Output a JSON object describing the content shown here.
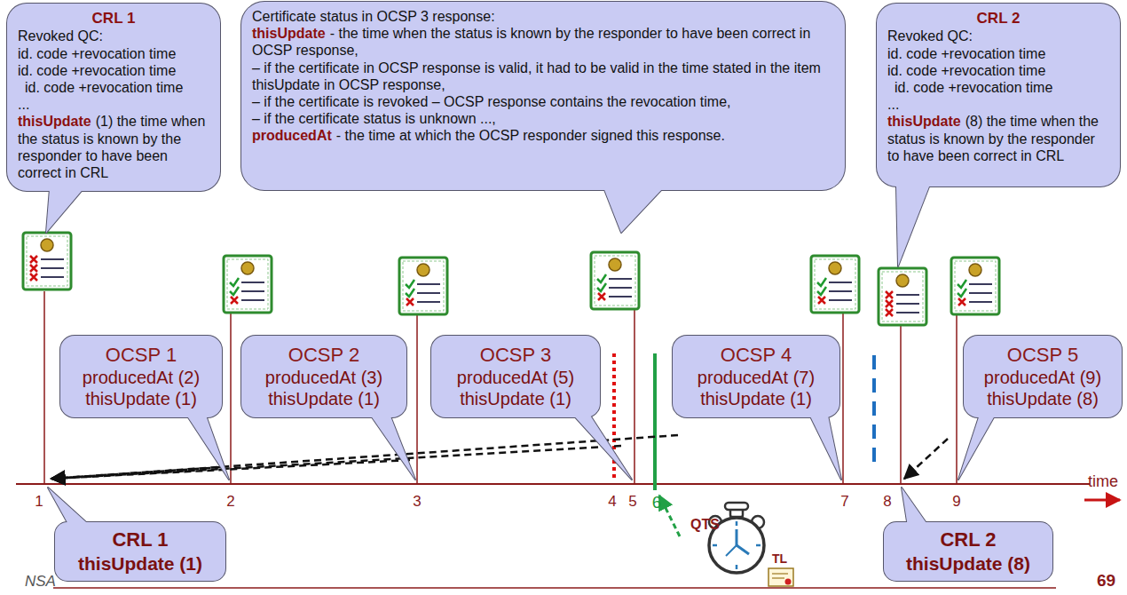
{
  "diagram": {
    "nodes": [
      {
        "text": [
          "CRL 1",
          "Revoked QC:",
          "id. code +revocation time",
          "id. code +revocation time",
          "id. code +revocation time",
          "...",
          "thisUpdate",
          "(1) the time when the status is known by the responder to have been correct in CRL"
        ]
      },
      {
        "text": [
          "Certificate status in OCSP 3 response:",
          "thisUpdate",
          "- the time when the status is known by the responder to have been correct in OCSP response,",
          "– if the certificate in OCSP response is valid, it had to be valid in the time stated in the item thisUpdate in OCSP response,",
          "– if the certificate is revoked – OCSP response contains the revocation time,",
          "– if the certificate status is unknown ...,",
          "producedAt",
          "- the time at which the OCSP responder signed this response."
        ]
      },
      {
        "text": [
          "CRL 2",
          "Revoked QC:",
          "id. code +revocation time",
          "id. code +revocation time",
          "id. code +revocation time",
          "...",
          "thisUpdate",
          "(8) the time when the status is known by the responder to have been correct in CRL"
        ]
      },
      {
        "text": [
          "OCSP 1",
          "producedAt (2)",
          "thisUpdate (1)"
        ]
      },
      {
        "text": [
          "OCSP 2",
          "producedAt (3)",
          "thisUpdate (1)"
        ]
      },
      {
        "text": [
          "OCSP 3",
          "producedAt (5)",
          "thisUpdate (1)"
        ]
      },
      {
        "text": [
          "OCSP 4",
          "producedAt (7)",
          "thisUpdate (1)"
        ]
      },
      {
        "text": [
          "OCSP 5",
          "producedAt (9)",
          "thisUpdate (8)"
        ]
      },
      {
        "text": [
          "CRL 1",
          "thisUpdate (1)"
        ]
      },
      {
        "text": [
          "CRL 2",
          "thisUpdate (8)"
        ]
      }
    ],
    "labels": [
      "1",
      "2",
      "3",
      "4",
      "5",
      "6",
      "7",
      "8",
      "9",
      "time",
      "QTS",
      "TL",
      "NSA",
      "69"
    ]
  }
}
